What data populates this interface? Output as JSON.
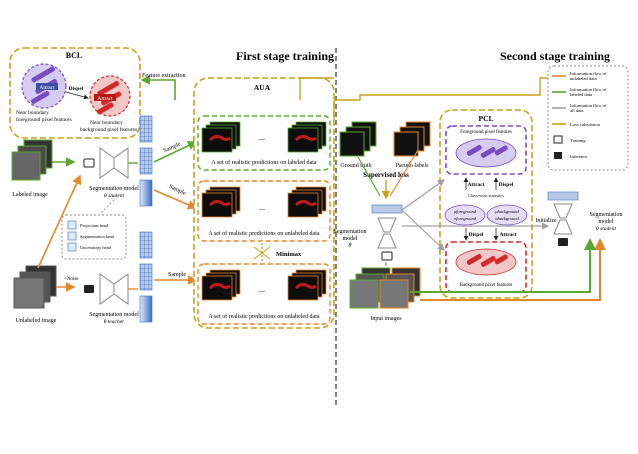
{
  "stages": {
    "first": "First stage training",
    "second": "Second stage training"
  },
  "bcl": {
    "title": "BCL",
    "attract": "Attract",
    "dispel": "Dispel",
    "fg_label_1": "Near boundary",
    "fg_label_2": "foreground pixel features",
    "bg_label_1": "Near boundary",
    "bg_label_2": "background pixel features"
  },
  "feature_extraction": "Feature extraction",
  "aua": {
    "title": "AUA",
    "caption_labeled": "A set of realistic predictions on labeled data",
    "caption_unlabeled_top": "A set of realistic predictions on unlabeled data",
    "caption_unlabeled_bottom": "A set of realistic predictions on unlabeled data",
    "ellipsis": "...",
    "minimax": "Minimax"
  },
  "left": {
    "labeled_image": "Labeled image",
    "unlabeled_image": "Unlabeled image",
    "seg_model_student": "Segmentation model",
    "theta_student": "θ student",
    "seg_model_teacher": "Segmentation model",
    "theta_teacher": "θ teacher",
    "noise": "+Noise",
    "heads": [
      "Projection head",
      "Segmentation head",
      "Uncertainty head"
    ],
    "sample": "Sample"
  },
  "supervised": {
    "ground_truth": "Ground truth",
    "pseudo_labels": "Pseudo labels",
    "supervised_loss": "Supervised loss",
    "seg_model": "Segmentation",
    "seg_model_2": "model",
    "theta": "θ",
    "input_images": "Input images"
  },
  "pcl": {
    "title": "PCL",
    "fg_features": "Foreground pixel features",
    "bg_features": "Background pixel features",
    "class_stats": "Class-wise statistics",
    "attract": "Attract",
    "dispel": "Dispel",
    "mu_fg": "μforeground",
    "mu_bg": "μbackground",
    "sigma_fg": "σforeground",
    "sigma_bg": "σbackground"
  },
  "initialize": "Initialize",
  "final_model": {
    "label": "Segmentation",
    "label2": "model",
    "theta": "θ student"
  },
  "legend": {
    "items": [
      {
        "label": "Information flow of unlabeled data",
        "color": "#e6862b",
        "kind": "line"
      },
      {
        "label": "Information flow of labeled data",
        "color": "#5aa830",
        "kind": "line"
      },
      {
        "label": "Information flow of all data",
        "color": "#a0a0a0",
        "kind": "line"
      },
      {
        "label": "Loss calculation",
        "color": "#c8a21a",
        "kind": "line"
      },
      {
        "label": "Training",
        "color": "#222222",
        "kind": "unlock"
      },
      {
        "label": "Inference",
        "color": "#222222",
        "kind": "lock"
      }
    ]
  },
  "colors": {
    "green": "#5aa830",
    "orange": "#e6862b",
    "gold": "#c8a21a",
    "purple": "#7a4cc1",
    "red": "#d42a2a",
    "gray": "#a0a0a0",
    "blue": "#3a6fc4"
  }
}
